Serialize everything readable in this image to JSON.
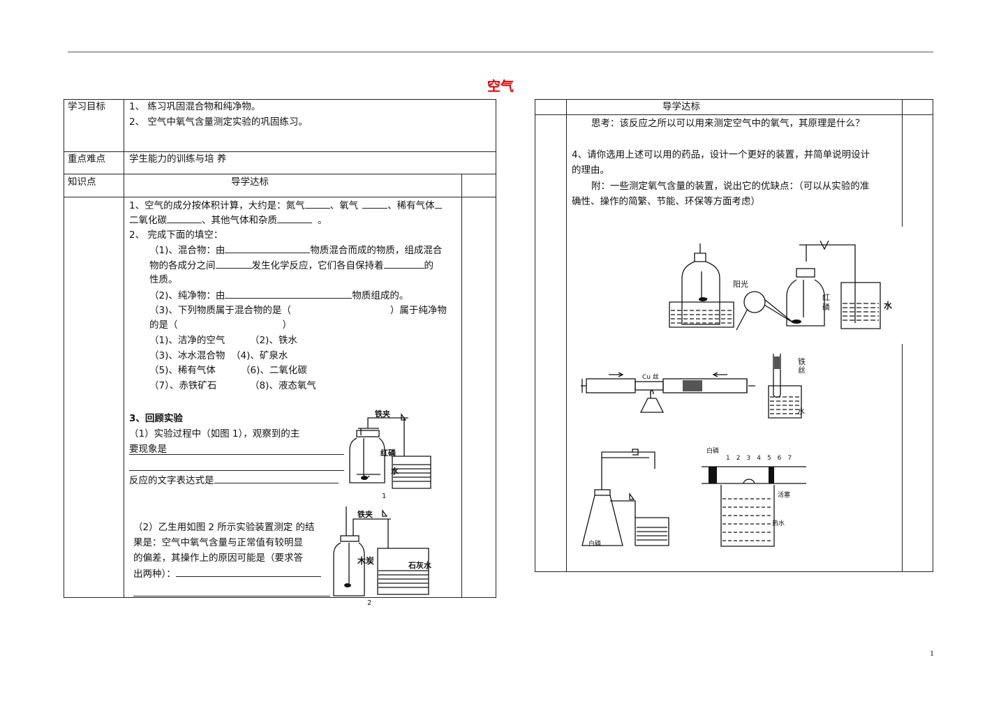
{
  "page": {
    "title": "空气",
    "page_number": "1"
  },
  "left": {
    "labels": {
      "goal": "学习目标",
      "key": "重点难点",
      "knowledge": "知识点"
    },
    "goals": [
      "1、 练习巩固混合物和纯净物。",
      "2、 空气中氧气含量测定实验的巩固练习。"
    ],
    "key_text": "学生能力的训练与培 养",
    "guide_header": "导学达标",
    "q1": {
      "a": "1、空气的成分按体积计算，大约是：氮气",
      "b": "、氧气",
      "c": "、稀有气体",
      "d": "二氧化碳",
      "e": "、其他气体和杂质",
      "f": "。"
    },
    "q2": {
      "title": "2、 完成下面的填空：",
      "m1": "（1)、混合物：由",
      "m2": "物质混合而成的物质，组成混合",
      "m3": "物的各成分之间",
      "m4": "发生化学反应，它们各自保持着",
      "m5": "的",
      "m6": "性质。",
      "p1": "（2)、纯净物：由",
      "p2": "物质组成的。",
      "s1": "（3)、下列物质属于混合物的是（",
      "s2": "）属于纯净物",
      "s3": "的是（",
      "s4": "）",
      "options": [
        "（1)、洁净的空气",
        "（2)、铁水",
        "（3)、冰水混合物",
        "（4)、矿泉水",
        "（5)、稀有气体",
        "（6)、二氧化碳",
        "（7）、赤铁矿石",
        "（8)、液态氧气"
      ]
    },
    "q3": {
      "title": "3、回顾实验",
      "a1": "（1）实验过程中（如图 1），观察到的主",
      "a2": "要现象是",
      "a3": "反应的文字表达式是",
      "b1": "（2）乙生用如图 2 所示实验装置测定 的结",
      "b2": "果是：空气中氧气含量与正常值有较明显",
      "b3": "的偏差，其操作上的原因可能是（要求答",
      "b4": "出两种）：",
      "fig1": {
        "clamp": "铁夹",
        "phosphorus": "红磷",
        "water": "水",
        "caption": "1"
      },
      "fig2": {
        "clamp": "铁夹",
        "charcoal": "木炭",
        "limewater": "石灰水",
        "caption": "2"
      }
    }
  },
  "right": {
    "guide_header": "导学达标",
    "think": "思考：该反应之所以可以用来测定空气中的氧气，其原理是什么？",
    "q4a": "4、请你选用上述可以用的药品，设计一个更好的装置，并简单说明设计",
    "q4b": "的理由。",
    "note1": "附：一些测定氧气含量的装置，说出它的优缺点：（可以从实验的准",
    "note2": "确性、操作的简繁、节能、环保等方面考虑）",
    "figA": {
      "sun": "阳光",
      "phos1": "红",
      "phos2": "磷",
      "water": "水"
    },
    "figB": {
      "cu": "Cu 丝"
    },
    "figC": {
      "iron1": "铁",
      "iron2": "丝",
      "water": "水"
    },
    "figD": {
      "wp": "白磷"
    },
    "figE": {
      "wp": "白磷",
      "scale": [
        "1",
        "2",
        "3",
        "4",
        "5",
        "6",
        "7"
      ],
      "piston": "活塞",
      "hot": "热水"
    }
  }
}
